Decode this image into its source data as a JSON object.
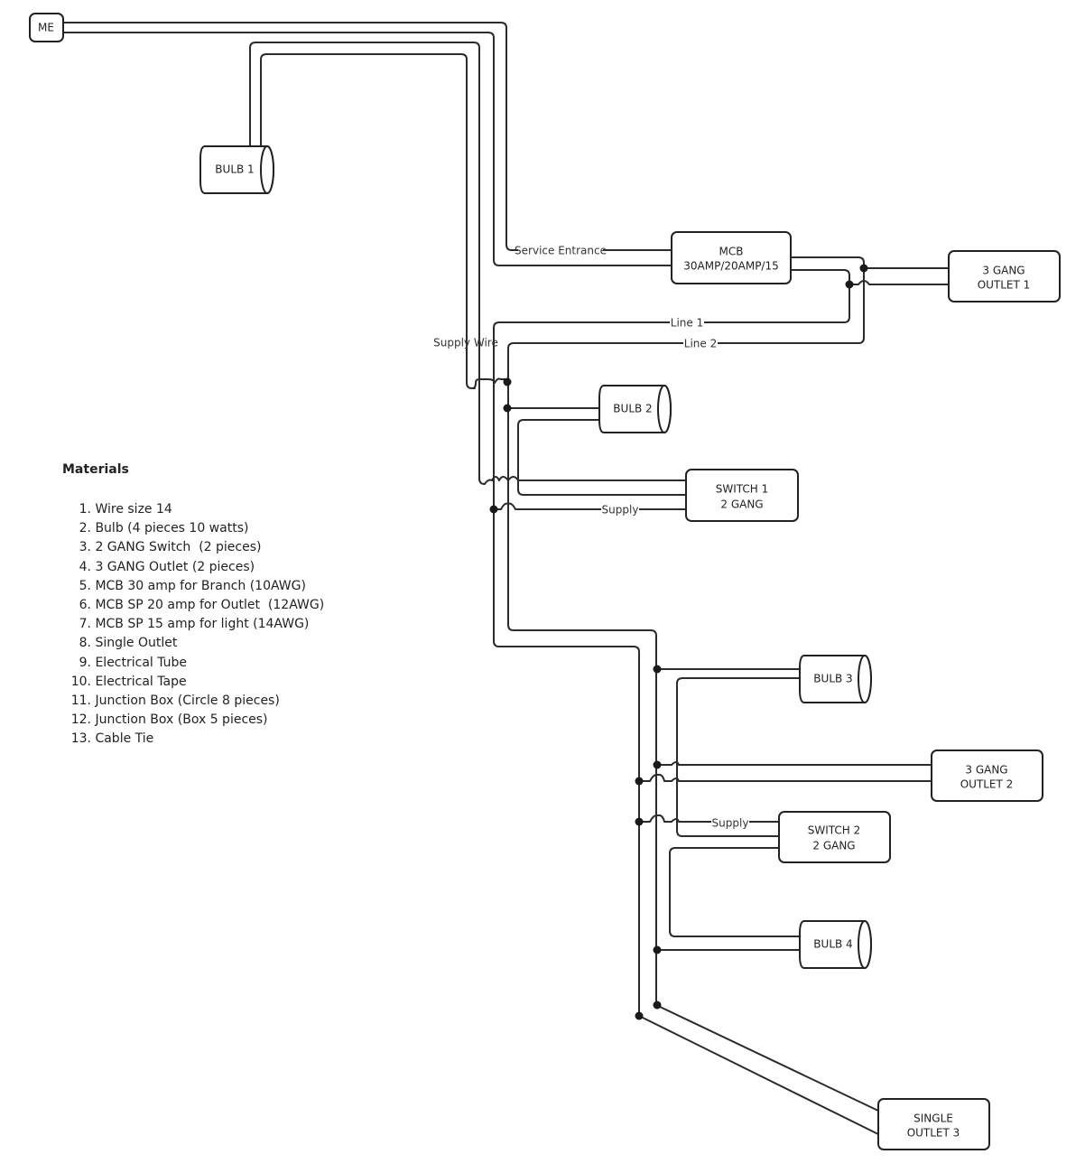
{
  "diagram": {
    "type": "electrical wiring layout",
    "components": {
      "me": {
        "label": "ME"
      },
      "bulb1": {
        "label": "BULB 1"
      },
      "mcb": {
        "line1": "MCB",
        "line2": "30AMP/20AMP/15"
      },
      "outlet1": {
        "line1": "3 GANG",
        "line2": "OUTLET 1"
      },
      "bulb2": {
        "label": "BULB 2"
      },
      "switch1": {
        "line1": "SWITCH 1",
        "line2": "2 GANG"
      },
      "bulb3": {
        "label": "BULB 3"
      },
      "outlet2": {
        "line1": "3 GANG",
        "line2": "OUTLET 2"
      },
      "switch2": {
        "line1": "SWITCH 2",
        "line2": "2 GANG"
      },
      "bulb4": {
        "label": "BULB 4"
      },
      "outlet3": {
        "line1": "SINGLE",
        "line2": "OUTLET 3"
      }
    },
    "wire_labels": {
      "service_entrance": "Service Entrance",
      "line1": "Line 1",
      "line2": "Line 2",
      "supply_wire": "Supply Wire",
      "supply1": "Supply",
      "supply2": "Supply"
    },
    "connections": [
      {
        "from": "ME",
        "to": "MCB",
        "label": "Service Entrance"
      },
      {
        "from": "MCB",
        "to": "3 GANG OUTLET 1"
      },
      {
        "from": "MCB",
        "to": "Branch",
        "label": "Line 1"
      },
      {
        "from": "MCB",
        "to": "Branch",
        "label": "Line 2"
      },
      {
        "from": "Branch",
        "to": "BULB 1",
        "label": "Supply Wire"
      },
      {
        "from": "Branch",
        "to": "BULB 2"
      },
      {
        "from": "Branch",
        "to": "SWITCH 1 2 GANG",
        "label": "Supply"
      },
      {
        "from": "Branch",
        "to": "BULB 3"
      },
      {
        "from": "Branch",
        "to": "3 GANG OUTLET 2"
      },
      {
        "from": "Branch",
        "to": "SWITCH 2 2 GANG",
        "label": "Supply"
      },
      {
        "from": "Branch",
        "to": "BULB 4"
      },
      {
        "from": "Branch",
        "to": "SINGLE OUTLET 3"
      }
    ]
  },
  "materials": {
    "title": "Materials",
    "items": [
      {
        "num": "1.",
        "text": "Wire size 14"
      },
      {
        "num": "2.",
        "text": "Bulb (4 pieces 10 watts)"
      },
      {
        "num": "3.",
        "text": "2 GANG Switch  (2 pieces)"
      },
      {
        "num": "4.",
        "text": "3 GANG Outlet (2 pieces)"
      },
      {
        "num": "5.",
        "text": "MCB 30 amp for Branch (10AWG)"
      },
      {
        "num": "6.",
        "text": "MCB SP 20 amp for Outlet  (12AWG)"
      },
      {
        "num": "7.",
        "text": "MCB SP 15 amp for light (14AWG)"
      },
      {
        "num": "8.",
        "text": "Single Outlet"
      },
      {
        "num": "9.",
        "text": "Electrical Tube"
      },
      {
        "num": "10.",
        "text": "Electrical Tape"
      },
      {
        "num": "11.",
        "text": "Junction Box (Circle 8 pieces)"
      },
      {
        "num": "12.",
        "text": "Junction Box (Box 5 pieces)"
      },
      {
        "num": "13.",
        "text": "Cable Tie"
      }
    ]
  }
}
